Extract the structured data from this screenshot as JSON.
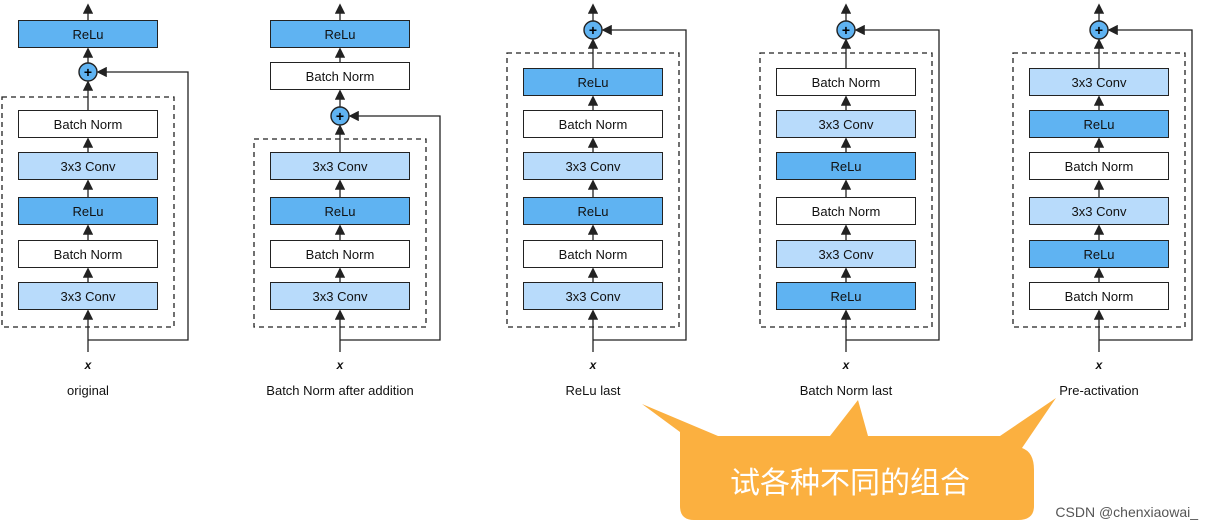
{
  "labels": {
    "relu": "ReLu",
    "batch_norm": "Batch Norm",
    "conv": "3x3 Conv",
    "plus": "+",
    "input": "x"
  },
  "variants": [
    {
      "caption": "original",
      "top": [
        "relu"
      ],
      "inner": [
        "bn",
        "conv",
        "relu",
        "bn",
        "conv"
      ]
    },
    {
      "caption": "Batch Norm after addition",
      "top": [
        "relu",
        "bn"
      ],
      "inner": [
        "conv",
        "relu",
        "bn",
        "conv"
      ]
    },
    {
      "caption": "ReLu last",
      "top": [],
      "inner": [
        "relu",
        "bn",
        "conv",
        "relu",
        "bn",
        "conv"
      ]
    },
    {
      "caption": "Batch Norm last",
      "top": [],
      "inner": [
        "bn",
        "conv",
        "relu",
        "bn",
        "conv",
        "relu"
      ]
    },
    {
      "caption": "Pre-activation",
      "top": [],
      "inner": [
        "conv",
        "relu",
        "bn",
        "conv",
        "relu",
        "bn"
      ]
    }
  ],
  "callout": {
    "text": "试各种不同的组合"
  },
  "watermark": "CSDN @chenxiaowai_",
  "colors": {
    "relu": "#5fb3f2",
    "conv": "#b8dbfb",
    "bn": "#ffffff",
    "callout": "#fbb040"
  }
}
